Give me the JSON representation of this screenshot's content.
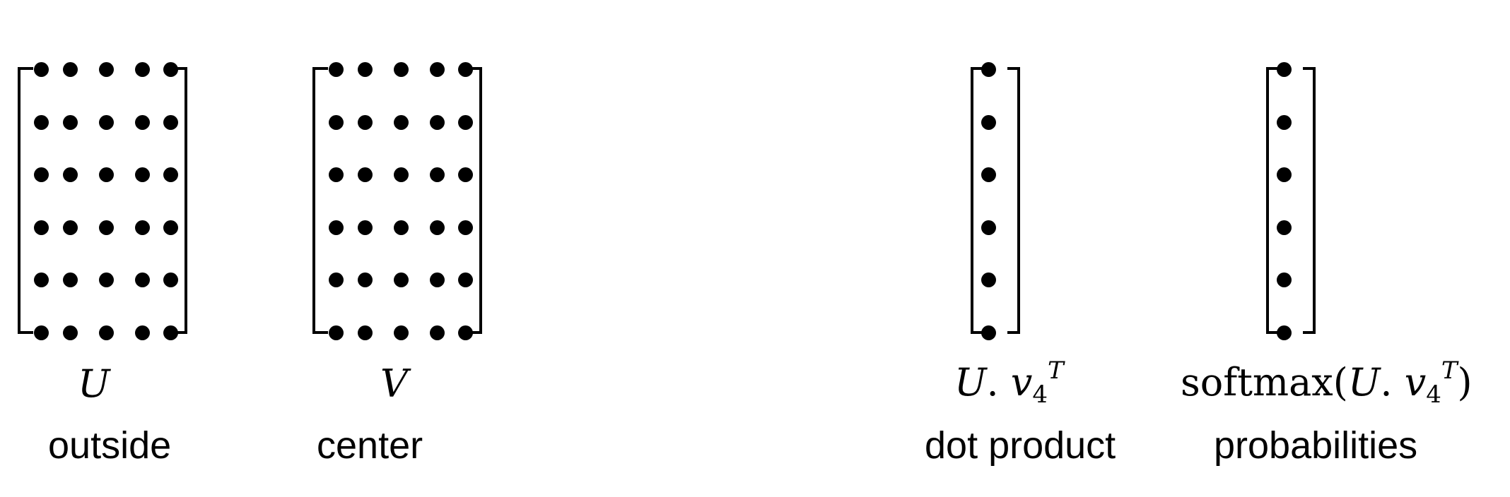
{
  "matrices": [
    {
      "id": "U",
      "rows": 6,
      "cols": 5,
      "symbol": "U",
      "caption": "outside"
    },
    {
      "id": "V",
      "rows": 6,
      "cols": 5,
      "symbol": "V",
      "caption": "center"
    },
    {
      "id": "dot-product",
      "rows": 6,
      "cols": 1,
      "expr": {
        "base": "U",
        "op": ". ",
        "vec": "v",
        "sub": "4",
        "sup": "T"
      },
      "caption": "dot product"
    },
    {
      "id": "probabilities",
      "rows": 6,
      "cols": 1,
      "expr": {
        "fn": "softmax(",
        "base": "U",
        "op": ". ",
        "vec": "v",
        "sub": "4",
        "sup": "T",
        "close": ")"
      },
      "caption": "probabilities"
    }
  ],
  "colors": {
    "ink": "#000000",
    "background": "#ffffff"
  }
}
